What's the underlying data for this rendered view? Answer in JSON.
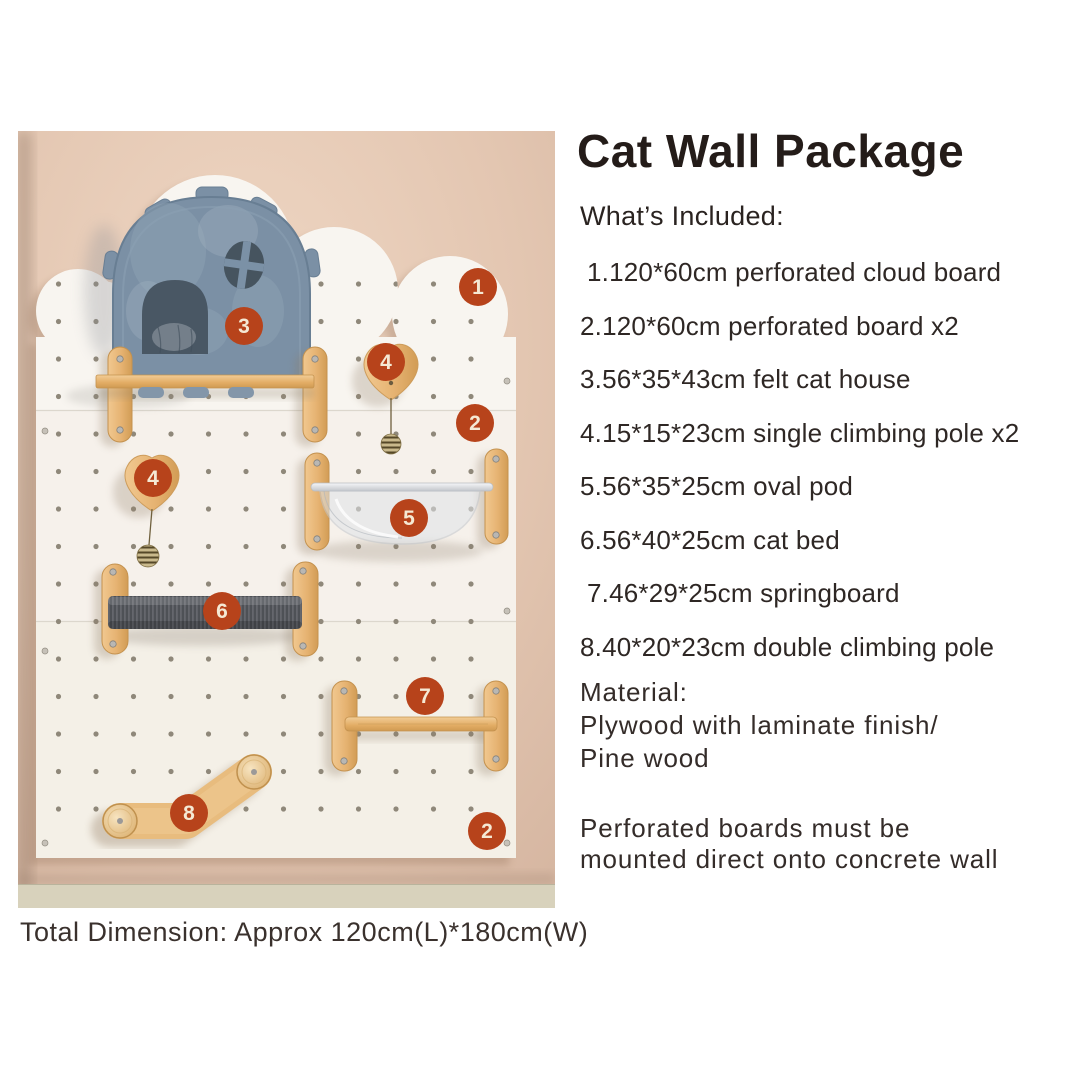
{
  "title": "Cat Wall Package",
  "included": {
    "heading": "What’s Included:",
    "items": [
      "1.120*60cm perforated cloud board",
      "2.120*60cm perforated board x2",
      "3.56*35*43cm felt cat house",
      "4.15*15*23cm single climbing pole x2",
      "5.56*35*25cm oval pod",
      "6.56*40*25cm cat bed",
      "7.46*29*25cm springboard",
      "8.40*20*23cm double climbing pole"
    ]
  },
  "material": {
    "heading": "Material:",
    "lines": [
      "Plywood with laminate finish/",
      "Pine wood"
    ]
  },
  "note": "Perforated boards must be mounted direct onto concrete wall",
  "footer": {
    "total_dimension": "Total Dimension: Approx 120cm(L)*180cm(W)"
  },
  "photo": {
    "markers": [
      {
        "label": "1"
      },
      {
        "label": "3"
      },
      {
        "label": "4"
      },
      {
        "label": "2"
      },
      {
        "label": "4"
      },
      {
        "label": "5"
      },
      {
        "label": "6"
      },
      {
        "label": "7"
      },
      {
        "label": "8"
      },
      {
        "label": "2"
      }
    ],
    "colors": {
      "marker_bg": "#b7431b",
      "marker_text": "#f5e9d4",
      "wall": "#e3c6b1",
      "board_white": "#f8f5f0",
      "wood": "#e5b372",
      "felt_gray": "#7b90a5",
      "pole_gray": "#5d6066",
      "baseboard": "#d8d2bc"
    }
  }
}
